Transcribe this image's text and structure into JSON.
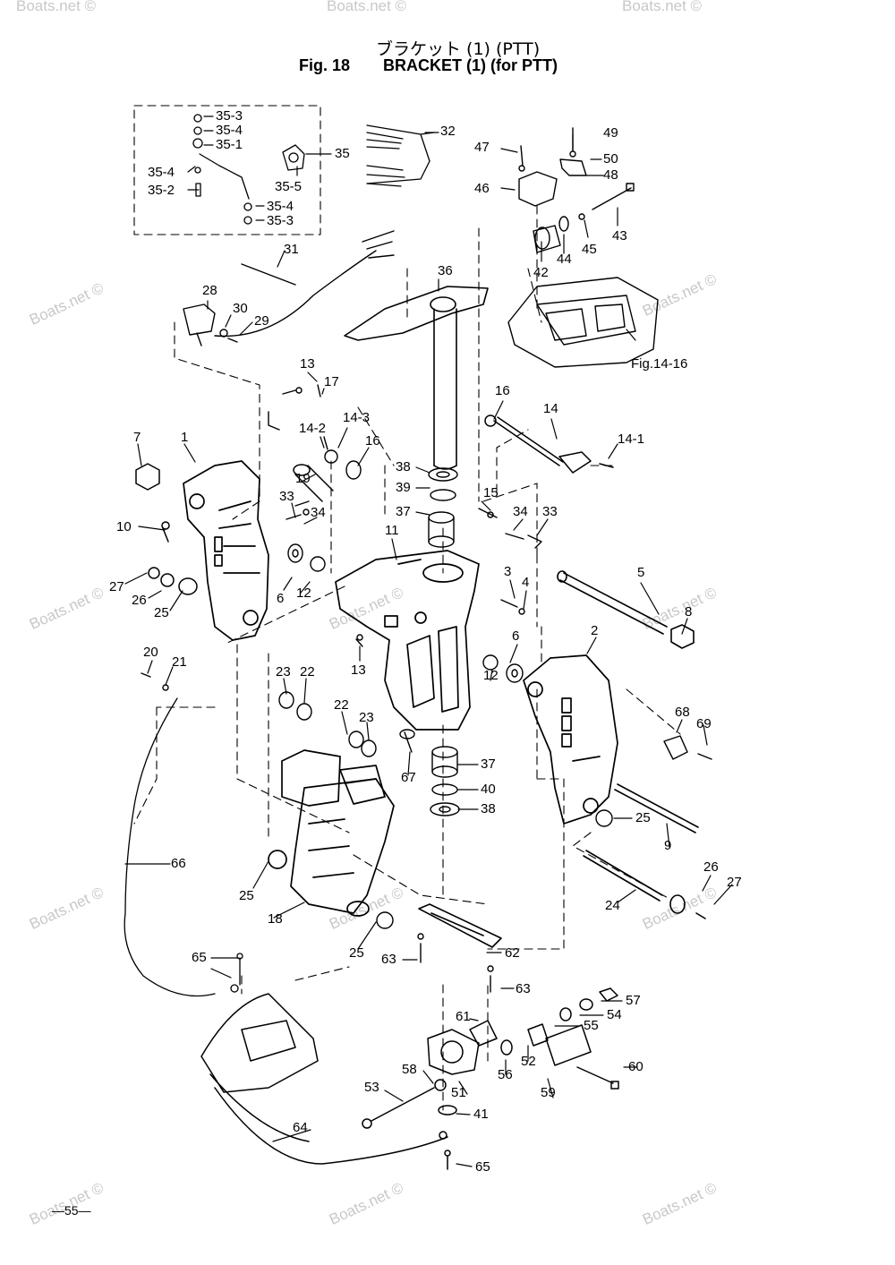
{
  "header": {
    "jp_title": "ブラケット (1) (PTT)",
    "fig_label": "Fig. 18",
    "en_title": "BRACKET (1) (for PTT)"
  },
  "watermark_text": "Boats.net ©",
  "page_number": "—55—",
  "callouts": [
    "35-3",
    "35-4",
    "35-1",
    "35-4",
    "35-2",
    "35-4",
    "35-3",
    "35-5",
    "35",
    "32",
    "47",
    "49",
    "50",
    "48",
    "46",
    "43",
    "42",
    "44",
    "45",
    "Fig.14-16",
    "31",
    "36",
    "28",
    "30",
    "29",
    "13",
    "17",
    "14-2",
    "14-3",
    "16",
    "16",
    "14",
    "14-1",
    "7",
    "1",
    "19",
    "38",
    "39",
    "37",
    "15",
    "33",
    "34",
    "10",
    "34",
    "33",
    "11",
    "5",
    "3",
    "4",
    "27",
    "26",
    "25",
    "6",
    "12",
    "8",
    "20",
    "21",
    "13",
    "2",
    "6",
    "12",
    "23",
    "22",
    "22",
    "23",
    "68",
    "69",
    "67",
    "37",
    "40",
    "38",
    "25",
    "9",
    "66",
    "25",
    "26",
    "27",
    "24",
    "18",
    "25",
    "62",
    "63",
    "63",
    "65",
    "61",
    "54",
    "57",
    "55",
    "52",
    "60",
    "56",
    "58",
    "51",
    "59",
    "53",
    "41",
    "64",
    "65"
  ],
  "colors": {
    "ink": "#000000",
    "watermark": "#c8c8c8",
    "paper": "#ffffff"
  }
}
